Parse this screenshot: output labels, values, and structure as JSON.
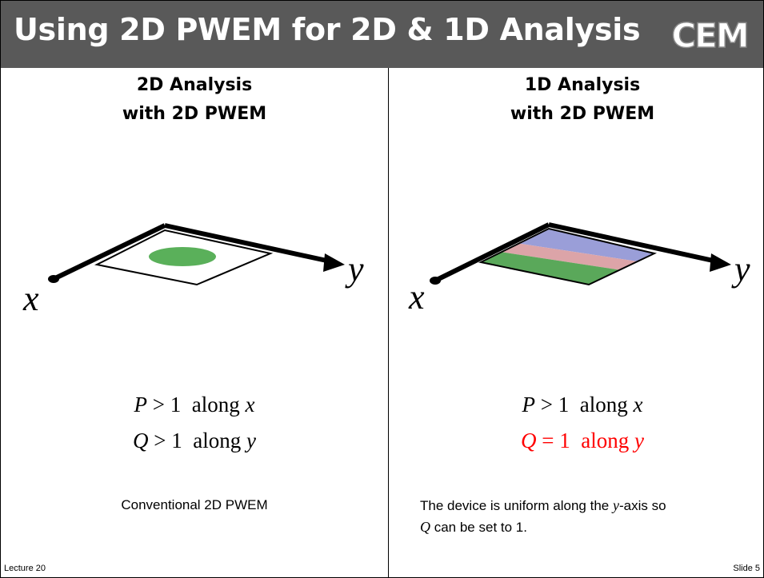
{
  "title": "Using 2D PWEM for 2D & 1D Analysis",
  "logo_text": "CEM",
  "left": {
    "heading_line1": "2D Analysis",
    "heading_line2": "with 2D PWEM",
    "axis_x": "x",
    "axis_y": "y",
    "eq1": {
      "var": "P",
      "op": " > 1  along ",
      "axis": "x"
    },
    "eq2": {
      "var": "Q",
      "op": " > 1  along ",
      "axis": "y"
    },
    "caption": "Conventional 2D PWEM"
  },
  "right": {
    "heading_line1": "1D Analysis",
    "heading_line2": "with 2D PWEM",
    "axis_x": "x",
    "axis_y": "y",
    "eq1": {
      "var": "P",
      "op": " > 1  along ",
      "axis": "x"
    },
    "eq2": {
      "var": "Q",
      "op": " = 1  along ",
      "axis": "y"
    },
    "caption_part1": "The device is uniform along the ",
    "caption_axis": "y",
    "caption_part2": "-axis so",
    "caption_var": "Q",
    "caption_part3": " can be set to 1."
  },
  "footer": {
    "left": "Lecture 20",
    "right": "Slide 5"
  },
  "colors": {
    "title_bar": "#595959",
    "ellipse_green": "#5ab05a",
    "stripe_green": "#5aa85a",
    "stripe_blue": "#9a9ed8",
    "stripe_red": "#dca4a8",
    "highlight_red": "#ff0000"
  }
}
